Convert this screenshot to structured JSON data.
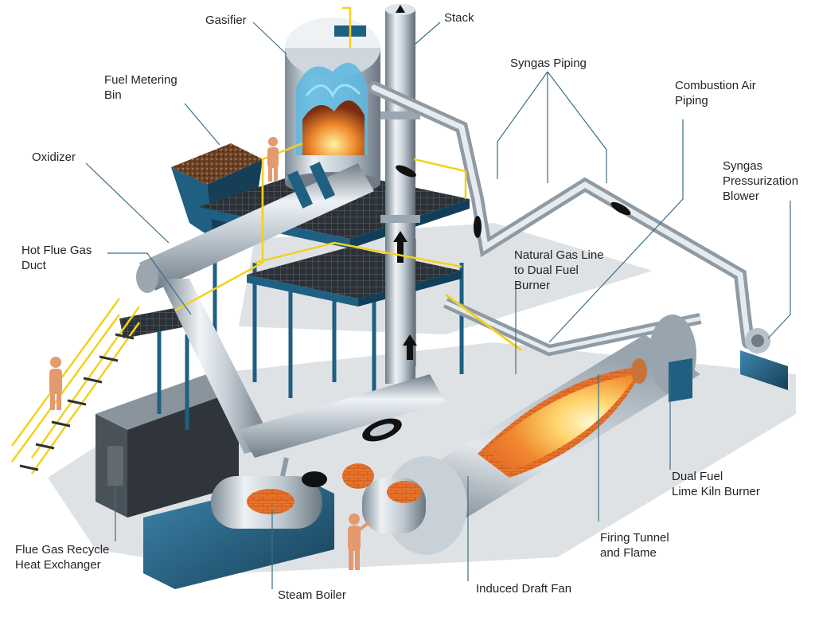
{
  "colors": {
    "background": "#ffffff",
    "label_text": "#1e2328",
    "leader_line": "#3a6f86",
    "steel_light": "#e9eef2",
    "steel_mid": "#b7c2cb",
    "steel_dark": "#6f7c87",
    "platform_blue": "#1f5f82",
    "platform_dark": "#113e58",
    "railing_yellow": "#f2d21d",
    "grating": "#2b3136",
    "refractory": "#e8742b",
    "flame_core": "#fff3b0",
    "person": "#e39a6e",
    "shadow": "#d7dadd",
    "flow_arrow": "#111111"
  },
  "icons": [
    "flow-arrow-icon",
    "person-figure-icon"
  ],
  "labels": {
    "gasifier": "Gasifier",
    "stack": "Stack",
    "syngas_piping": "Syngas Piping",
    "fuel_metering_bin": "Fuel Metering\nBin",
    "combustion_air_piping": "Combustion Air\nPiping",
    "oxidizer": "Oxidizer",
    "syngas_pressurization_blower": "Syngas\nPressurization\nBlower",
    "hot_flue_gas_duct": "Hot Flue Gas\nDuct",
    "natural_gas_line": "Natural Gas Line\nto Dual Fuel\nBurner",
    "dual_fuel_lime_kiln_burner": "Dual Fuel\nLime Kiln Burner",
    "firing_tunnel_and_flame": "Firing Tunnel\nand Flame",
    "flue_gas_recycle_heat_exchanger": "Flue Gas Recycle\nHeat Exchanger",
    "steam_boiler": "Steam Boiler",
    "induced_draft_fan": "Induced Draft Fan"
  }
}
